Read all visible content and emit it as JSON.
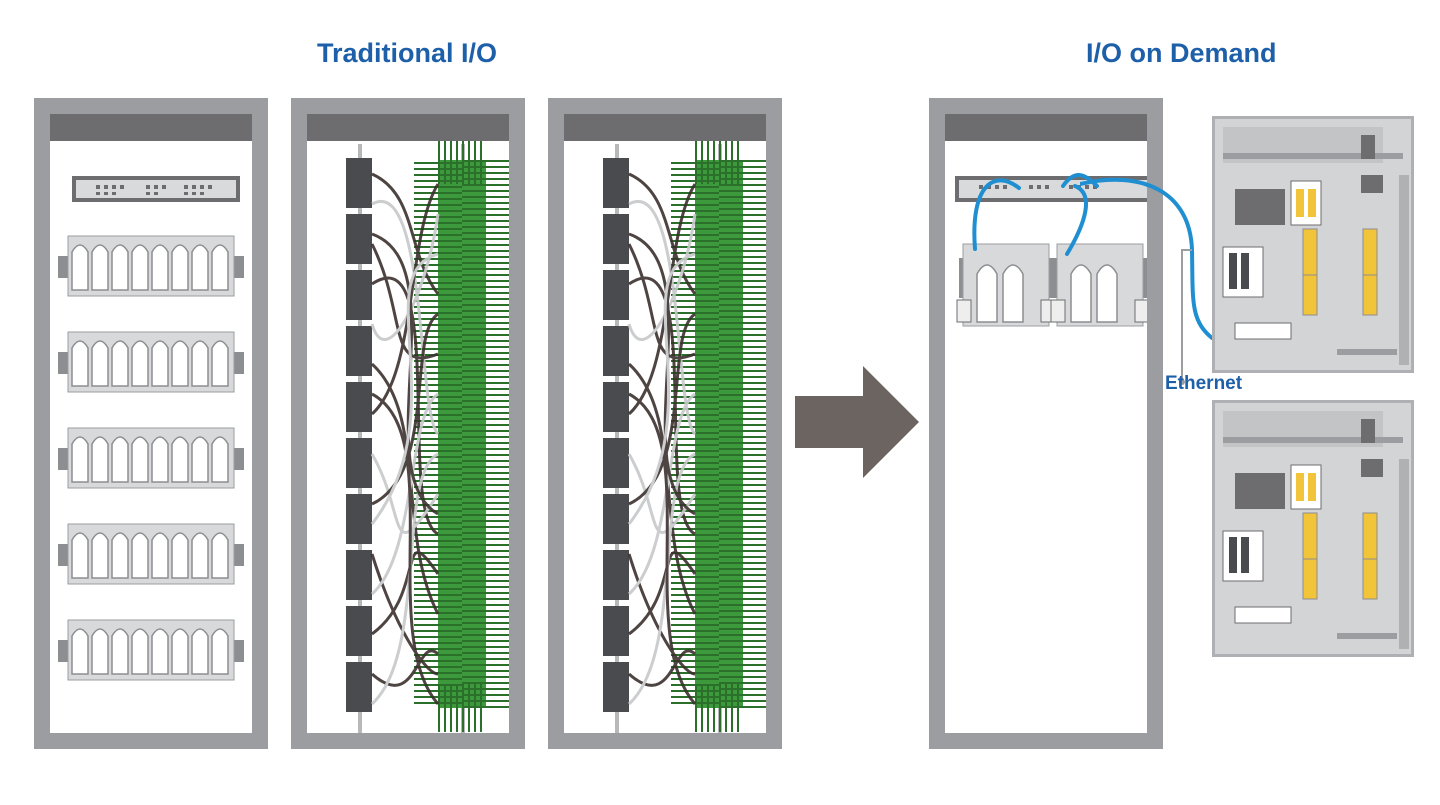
{
  "headings": {
    "traditional": "Traditional I/O",
    "on_demand": "I/O on Demand"
  },
  "labels": {
    "ethernet": "Ethernet"
  },
  "colors": {
    "heading_blue": "#1d5fa8",
    "cabinet_frame": "#9c9da1",
    "cabinet_header": "#6d6d70",
    "terminal_green": "#3c9a3c",
    "terminal_dark": "#4a4b4e",
    "cable_blue": "#1f8fd1",
    "arrow": "#6b6461",
    "module_yellow": "#f2c43a"
  },
  "icons": {
    "arrow": "right-arrow-icon",
    "network_switch": "network-switch-icon",
    "io_module": "io-module-rack-icon",
    "junction_box": "field-junction-box-icon"
  }
}
